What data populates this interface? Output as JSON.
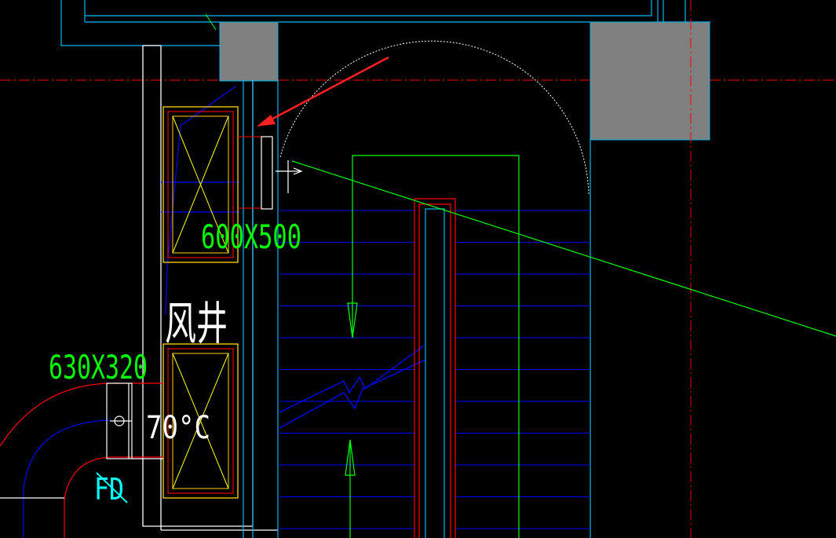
{
  "labels": {
    "duct_upper": "600X500",
    "duct_lower": "630X320",
    "shaft": "风井",
    "damper_temp": "70°C",
    "fire_damper": "FD"
  },
  "icons": {
    "arrow": "red-arrow-icon",
    "cursor": "crosshair-cursor-icon"
  },
  "colors": {
    "background": "#000000",
    "wall": "#ffffff",
    "outline": "#00b7eb",
    "column_fill": "#808080",
    "axis": "#ff0000",
    "stair": "#0000ff",
    "annotation": "#00ff00",
    "equipment": "#ffff00",
    "duct": "#ff0000",
    "marker": "#00ffff"
  }
}
